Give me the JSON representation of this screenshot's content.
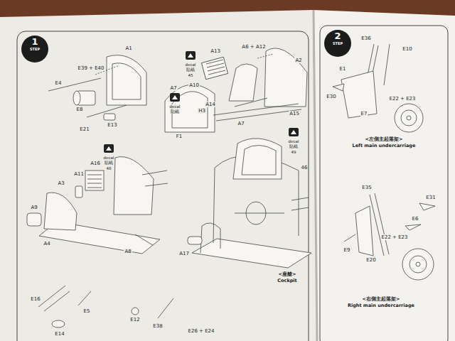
{
  "diagram": {
    "nodes": [
      {
        "text": [
          "1",
          "STEP"
        ]
      },
      {
        "text": [
          "2",
          "STEP"
        ]
      }
    ],
    "labels": [
      "E39 + E40",
      "A1",
      "E4",
      "E8",
      "E21",
      "E13",
      "decal",
      "貼紙",
      "45",
      "A13",
      "A6 + A12",
      "A2",
      "A10",
      "A7",
      "decal",
      "貼紙",
      "A14",
      "H3",
      "A15",
      "F1",
      "A7",
      "decal",
      "貼紙",
      "48",
      "A16",
      "A11",
      "A3",
      "A9",
      "A4",
      "A8",
      "decal",
      "貼紙",
      "49",
      "46",
      "A17",
      "<座艙>",
      "Cockpit",
      "E16",
      "E5",
      "E14",
      "E12",
      "E38",
      "E26 + E24",
      "E36",
      "E10",
      "E1",
      "E30",
      "E22 + E23",
      "E7",
      "<左側主起落架>",
      "Left main undercarriage",
      "E35",
      "E31",
      "E6",
      "E22 + E23",
      "E9",
      "E20",
      "<右側主起落架>",
      "Right main undercarriage"
    ]
  }
}
